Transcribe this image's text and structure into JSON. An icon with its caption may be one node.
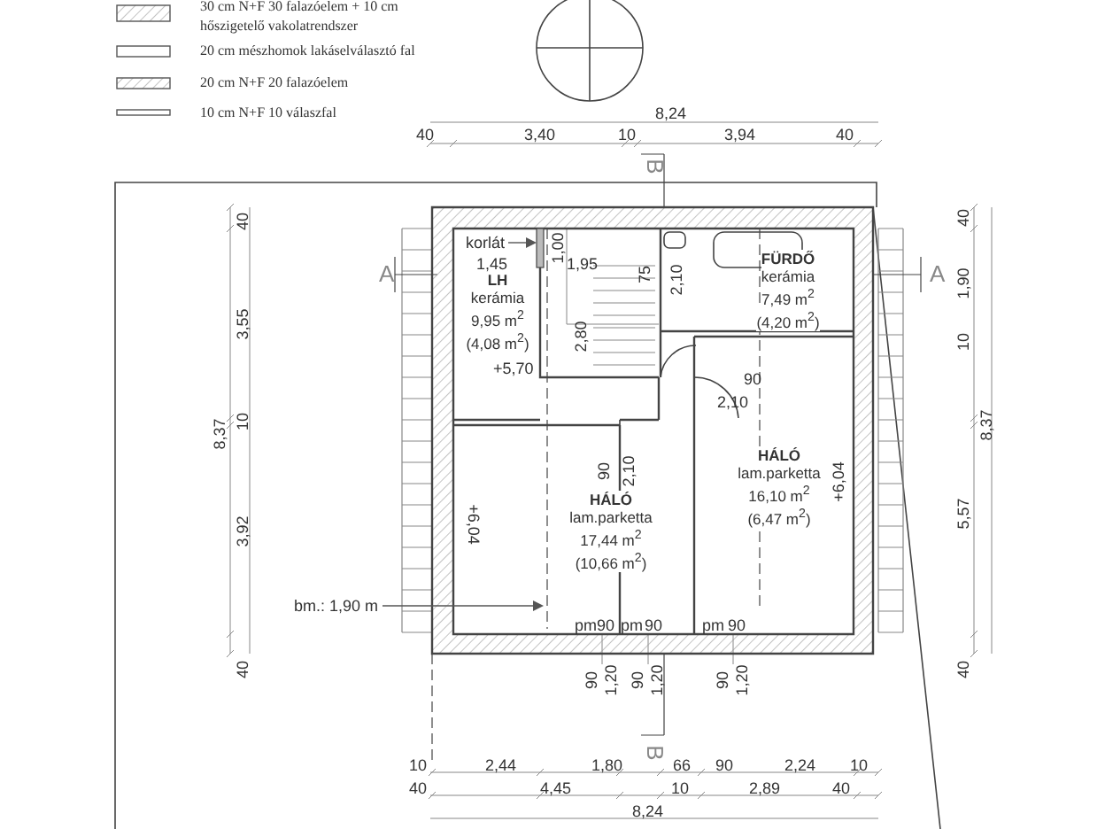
{
  "diagram": {
    "nodes": [
      {
        "text": [
          "korlát"
        ]
      },
      {
        "text": [
          "LH",
          "kerámia",
          "9,95 m$^{2}$",
          "(4,08 m$^{2}$)"
        ]
      },
      {
        "text": [
          "FÜRDŐ",
          "kerámia",
          "7,49 m$^{2}$",
          "(4,20 m$^{2}$)"
        ]
      },
      {
        "text": [
          "HÁLÓ",
          "lam.parketta",
          "16,10 m$^{2}$",
          "(6,47 m$^{2}$)"
        ]
      },
      {
        "text": [
          "HÁLÓ",
          "lam.parketta",
          "17,44 m$^{2}$",
          "(10,66 m$^{2}$)"
        ]
      },
      {
        "text": [
          "bm.: 1,90 m"
        ]
      },
      {
        "text": [],
        "shape": "bar"
      }
    ],
    "edges": [
      {
        "from": 0,
        "to": 6,
        "arrow": "to"
      },
      {
        "from": 5,
        "to": null,
        "arrow": "to"
      }
    ],
    "labels": [
      "8,24",
      "40",
      "3,40",
      "10",
      "3,94",
      "40",
      "B",
      "A",
      "A",
      "1,45",
      "1,00",
      "1,95",
      "75",
      "2,10",
      "2,80",
      "+5,70",
      "90",
      "2,10",
      "90",
      "2,10",
      "+6,04",
      "+6,04",
      "8,37",
      "40",
      "3,55",
      "10",
      "3,92",
      "40",
      "40",
      "1,90",
      "10",
      "5,57",
      "40",
      "8,37",
      "pm",
      "90",
      "pm",
      "90",
      "pm",
      "90",
      "90",
      "1,20",
      "90",
      "1,20",
      "90",
      "1,20",
      "B",
      "10",
      "2,44",
      "1,80",
      "66",
      "90",
      "2,24",
      "10",
      "40",
      "4,45",
      "10",
      "2,89",
      "40",
      "8,24"
    ],
    "legend": [
      {
        "text": "30 cm N+F 30 falazóelem + 10 cm hőszigetelő vakolatrendszer"
      },
      {
        "text": "20 cm mészhomok lakáselválasztó fal"
      },
      {
        "text": "20 cm N+F 20 falazóelem"
      },
      {
        "text": "10 cm N+F 10 válaszfal"
      }
    ]
  }
}
